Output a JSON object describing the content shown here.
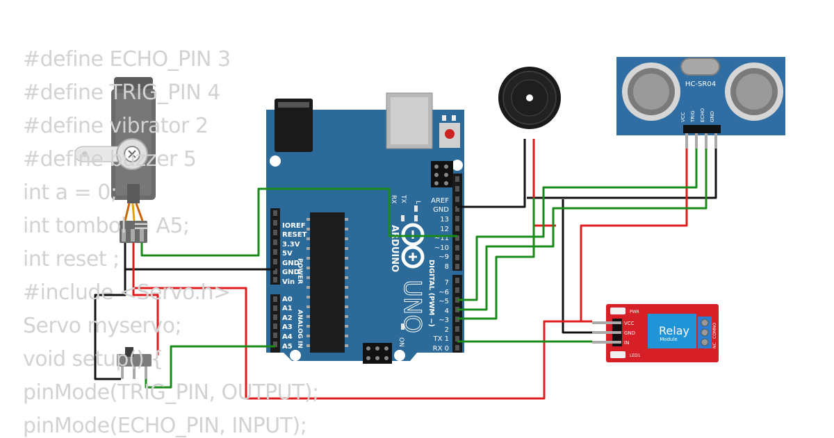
{
  "code_lines": [
    "#define ECHO_PIN 3",
    "#define TRIG_PIN 4",
    "#define vibrator 2",
    "#define buzzer 5",
    "int a = 0;",
    "int tombol = A5;",
    "int reset ;",
    "#include <Servo.h>",
    "Servo myservo;",
    "void setup() {",
    "pinMode(TRIG_PIN, OUTPUT);",
    "pinMode(ECHO_PIN, INPUT);"
  ],
  "arduino": {
    "brand": "ARDUINO",
    "model": "UNO",
    "on_label": "ON",
    "tx_label": "TX",
    "rx_label": "RX",
    "l_label": "L",
    "digital_label": "DIGITAL (PWM ~)",
    "power_label": "POWER",
    "analog_label": "ANALOG IN",
    "power_pins": [
      "IOREF",
      "RESET",
      "3.3V",
      "5V",
      "GND",
      "GND",
      "Vin"
    ],
    "analog_pins": [
      "A0",
      "A1",
      "A2",
      "A3",
      "A4",
      "A5"
    ],
    "digital_pins_upper": [
      "AREF",
      "GND",
      "13",
      "12",
      "~11",
      "~10",
      "~9",
      "8"
    ],
    "digital_pins_lower": [
      "7",
      "~6",
      "~5",
      "4",
      "~3",
      "2",
      "TX 1",
      "RX 0"
    ]
  },
  "sensor": {
    "name": "HC-SR04",
    "pins": [
      "VCC",
      "TRIG",
      "ECHO",
      "GND"
    ]
  },
  "relay": {
    "title": "Relay",
    "subtitle": "Module",
    "pwr_label": "PWR",
    "led_label": "LED1",
    "pins": [
      "VCC",
      "GND",
      "IN"
    ],
    "terminals": [
      "NO",
      "COM",
      "NC"
    ]
  },
  "colors": {
    "board": "#2c6a9a",
    "relay": "#d61f26",
    "wire_green": "#1a8a1a",
    "wire_red": "#e01b1b",
    "wire_black": "#111111",
    "code_text": "#d2d2d2"
  }
}
